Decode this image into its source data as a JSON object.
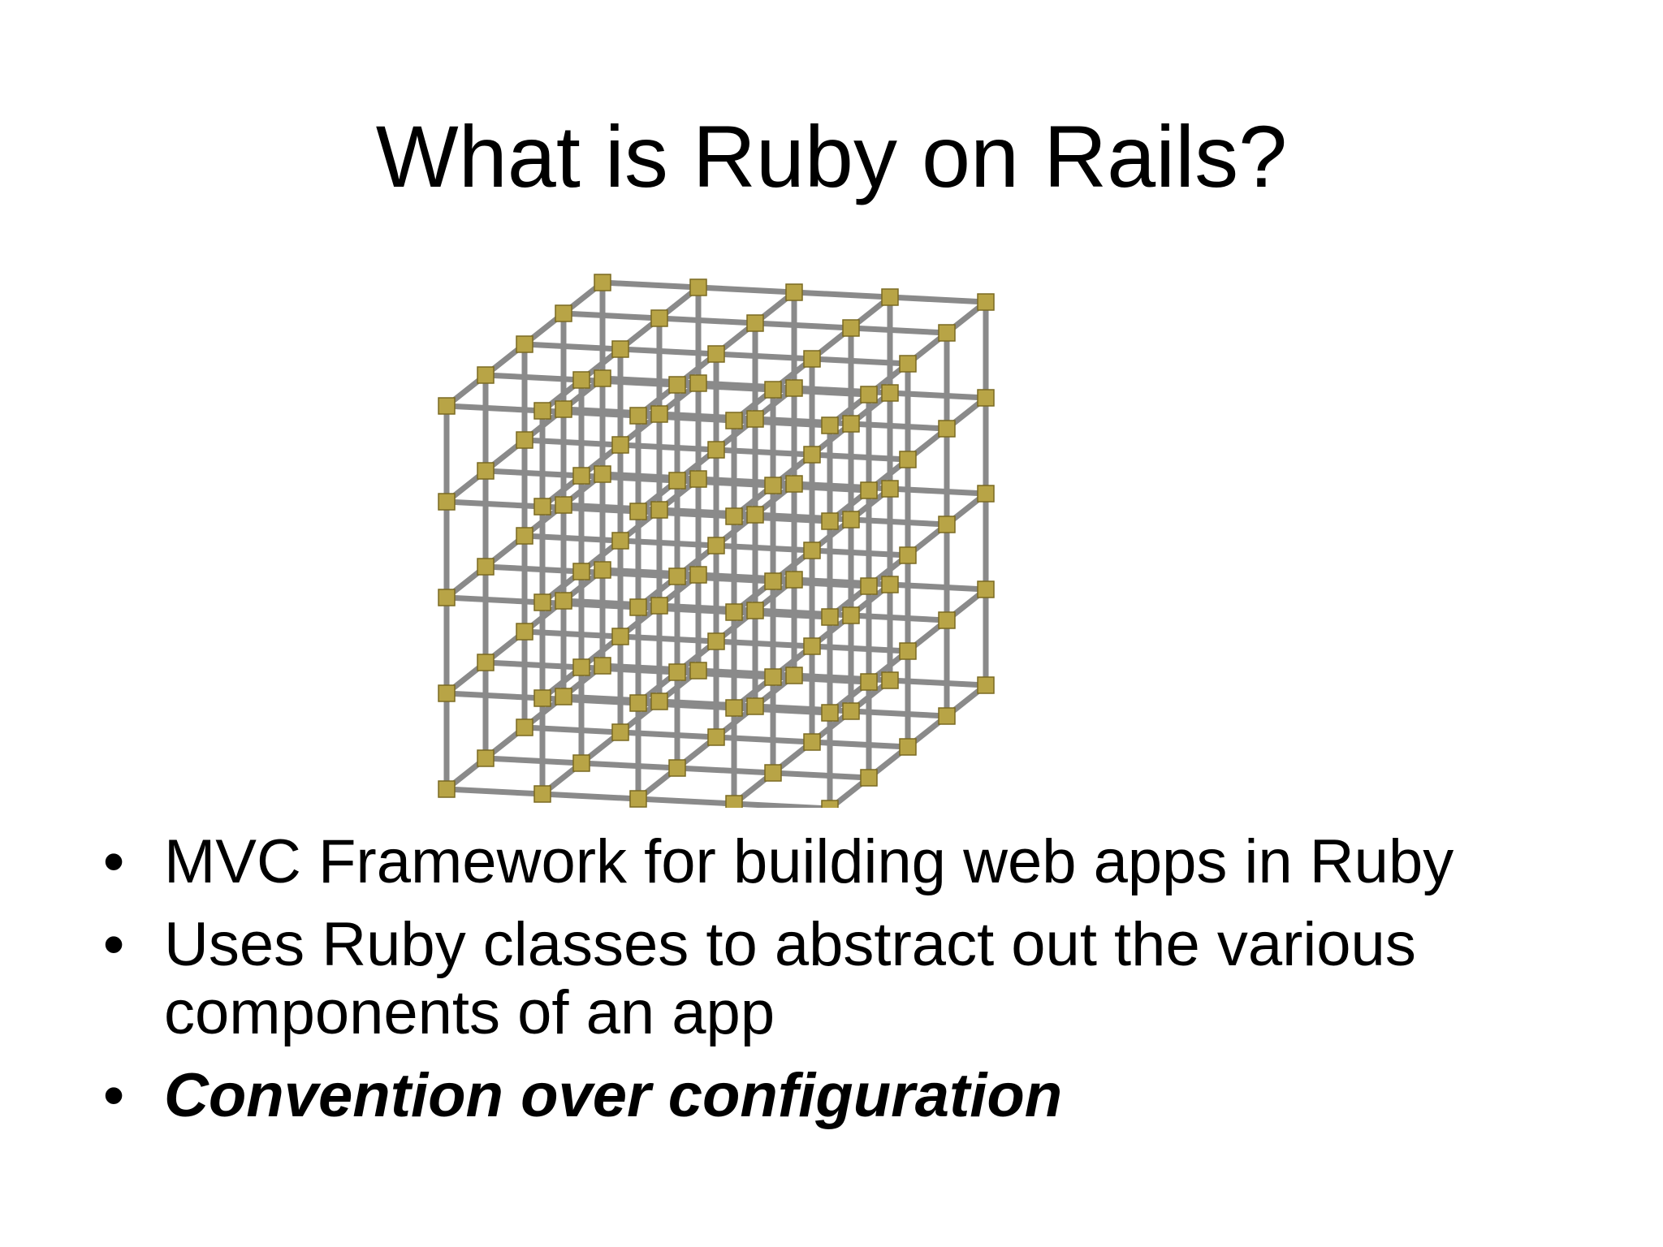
{
  "slide": {
    "title": "What is Ruby on Rails?",
    "image_icon": "3d-lattice-cube-image",
    "bullet_symbol": "•",
    "bullets": [
      {
        "text": "MVC Framework for building web apps in Ruby"
      },
      {
        "text": "Uses Ruby classes to abstract out the various components of an app"
      },
      {
        "text": "Convention over configuration"
      }
    ]
  },
  "colors": {
    "background": "#ffffff",
    "text": "#000000",
    "rod": "#8a8a8a",
    "joint": "#b8a446"
  }
}
